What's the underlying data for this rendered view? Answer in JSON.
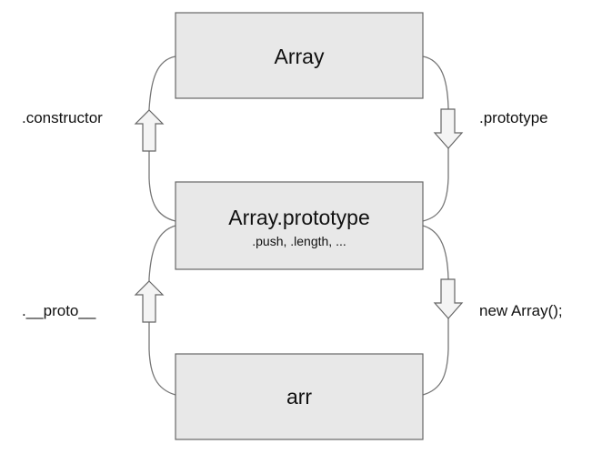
{
  "diagram": {
    "boxes": {
      "array": {
        "title": "Array"
      },
      "prototype": {
        "title": "Array.prototype",
        "subtitle": ".push, .length, ..."
      },
      "arr": {
        "title": "arr"
      }
    },
    "labels": {
      "constructor": ".constructor",
      "prototype": ".prototype",
      "proto": ".__proto__",
      "new_array": "new Array();"
    },
    "colors": {
      "box_fill": "#e8e8e8",
      "box_stroke": "#666666",
      "line": "#777777",
      "arrow_fill": "#f4f4f4",
      "arrow_stroke": "#666666"
    }
  }
}
